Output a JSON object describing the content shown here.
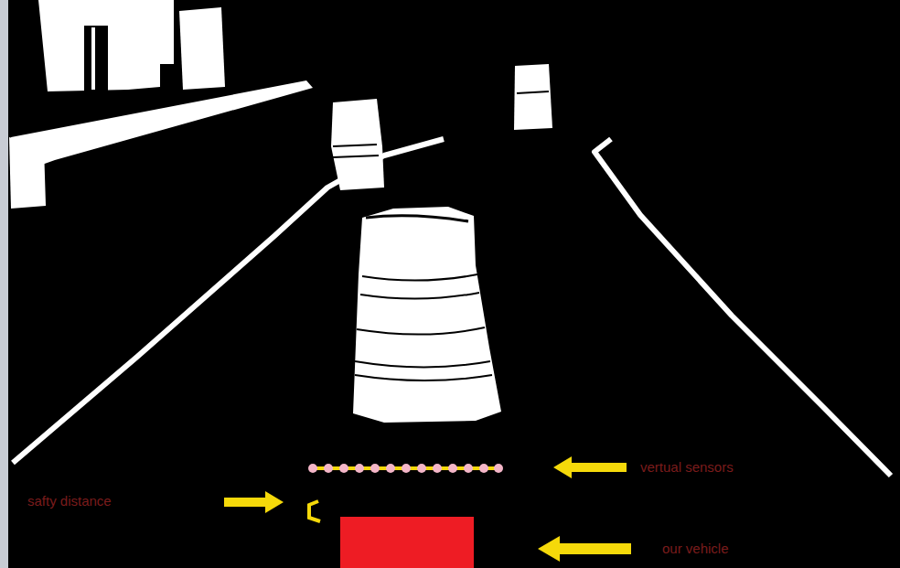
{
  "diagram": {
    "labels": [
      "vertual sensors",
      "safty distance",
      "our vehicle"
    ]
  }
}
